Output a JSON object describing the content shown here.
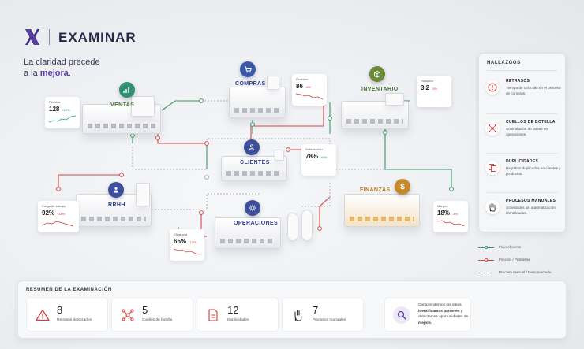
{
  "header": {
    "title": "EXAMINAR",
    "tagline_line1": "La claridad precede",
    "tagline_line2_prefix": "a la ",
    "tagline_line2_accent": "mejora",
    "tagline_line2_suffix": "."
  },
  "departments": {
    "ventas": {
      "label": "VENTAS",
      "icon": "chart-icon"
    },
    "compras": {
      "label": "COMPRAS",
      "icon": "cart-icon"
    },
    "inventario": {
      "label": "INVENTARIO",
      "icon": "box-icon"
    },
    "clientes": {
      "label": "CLIENTES",
      "icon": "users-icon"
    },
    "rrhh": {
      "label": "RRHH",
      "icon": "person-icon"
    },
    "operaciones": {
      "label": "OPERACIONES",
      "icon": "gear-icon"
    },
    "finanzas": {
      "label": "FINANZAS",
      "icon": "dollar-icon"
    }
  },
  "metrics": {
    "pedidos": {
      "label": "Pedidos",
      "value": "128",
      "delta": "+12%",
      "trend": "up"
    },
    "ordenes": {
      "label": "Órdenes",
      "value": "86",
      "delta": "-8%",
      "trend": "down"
    },
    "rotacion": {
      "label": "Rotación",
      "value": "3.2",
      "delta": "-5%",
      "trend": "down"
    },
    "satisfaccion": {
      "label": "Satisfacción",
      "value": "78%",
      "delta": "+6%",
      "trend": "up"
    },
    "carga": {
      "label": "Carga de trabajo",
      "value": "92%",
      "delta": "+18%",
      "trend": "down"
    },
    "eficiencia": {
      "label": "Eficiencia",
      "value": "65%",
      "delta": "-12%",
      "trend": "down"
    },
    "margen": {
      "label": "Margen",
      "value": "18%",
      "delta": "-4%",
      "trend": "down"
    }
  },
  "findings": {
    "title": "HALLAZGOS",
    "items": [
      {
        "title": "RETRASOS",
        "desc": "Tiempo de ciclo alto en el proceso de compras.",
        "icon": "alert-circle-icon"
      },
      {
        "title": "CUELLOS DE BOTELLA",
        "desc": "Acumulación de tareas en operaciones.",
        "icon": "network-icon"
      },
      {
        "title": "DUPLICIDADES",
        "desc": "Registros duplicados en clientes y productos.",
        "icon": "copy-icon"
      },
      {
        "title": "PROCESOS MANUALES",
        "desc": "Actividades sin automatización identificadas.",
        "icon": "hand-icon"
      }
    ]
  },
  "legend": {
    "items": [
      {
        "label": "Flujo eficiente",
        "color": "#3a9a64",
        "style": "solid"
      },
      {
        "label": "Fricción / Problema",
        "color": "#d64545",
        "style": "solid"
      },
      {
        "label": "Proceso manual / Desconectado",
        "color": "#9a9aa6",
        "style": "dashed"
      }
    ]
  },
  "summary": {
    "title": "RESUMEN DE LA EXAMINACIÓN",
    "stats": [
      {
        "value": "8",
        "label": "Retrasos detectados",
        "icon": "warning-triangle-icon"
      },
      {
        "value": "5",
        "label": "Cuellos de botella",
        "icon": "network-icon"
      },
      {
        "value": "12",
        "label": "Duplicidades",
        "icon": "document-icon"
      },
      {
        "value": "7",
        "label": "Procesos manuales",
        "icon": "hand-icon"
      }
    ],
    "note_pre": "Comprendemos los datos, ",
    "note_bold1": "identificamos patrones",
    "note_mid": " y detectamos oportunidades de ",
    "note_bold2": "mejora",
    "note_end": "."
  },
  "colors": {
    "accent": "#5b3fa3",
    "efficient": "#3a9a64",
    "friction": "#d64545",
    "manual": "#9a9aa6"
  }
}
